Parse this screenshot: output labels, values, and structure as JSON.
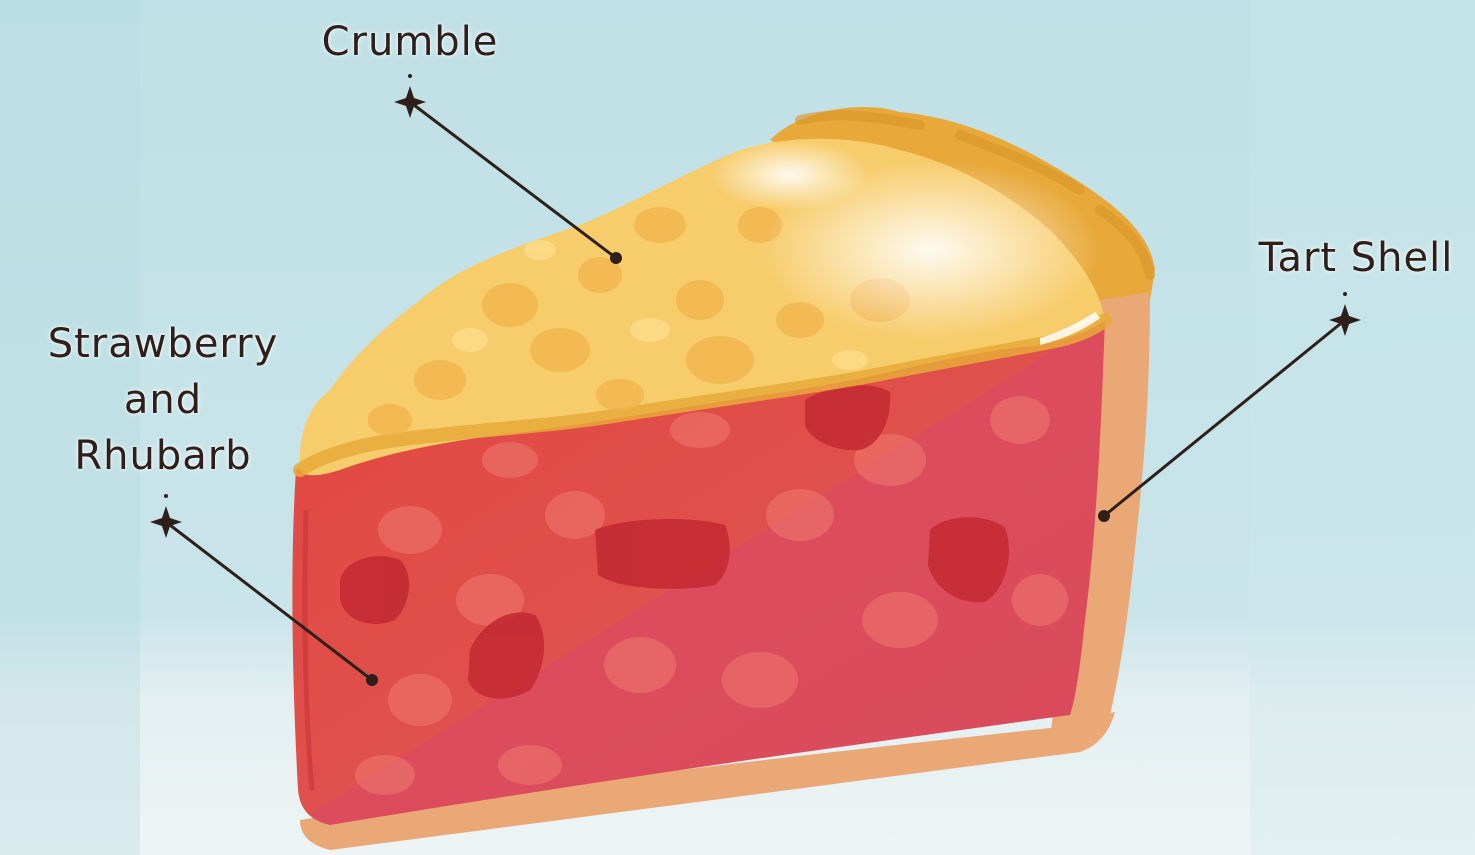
{
  "labels": {
    "crumble": "Crumble",
    "tart_shell": "Tart Shell",
    "filling_line1": "Strawberry",
    "filling_line2": "and",
    "filling_line3": "Rhubarb"
  },
  "colors": {
    "background_top": "#bfe0e6",
    "background_bottom": "#eef4f5",
    "crumble": "#f7cc6a",
    "crust_edge": "#e8a93a",
    "filling": "#df4d4f",
    "tart_shell": "#eaa877",
    "label_text": "#2e1f1a",
    "leader_line": "#2e1f1a"
  }
}
